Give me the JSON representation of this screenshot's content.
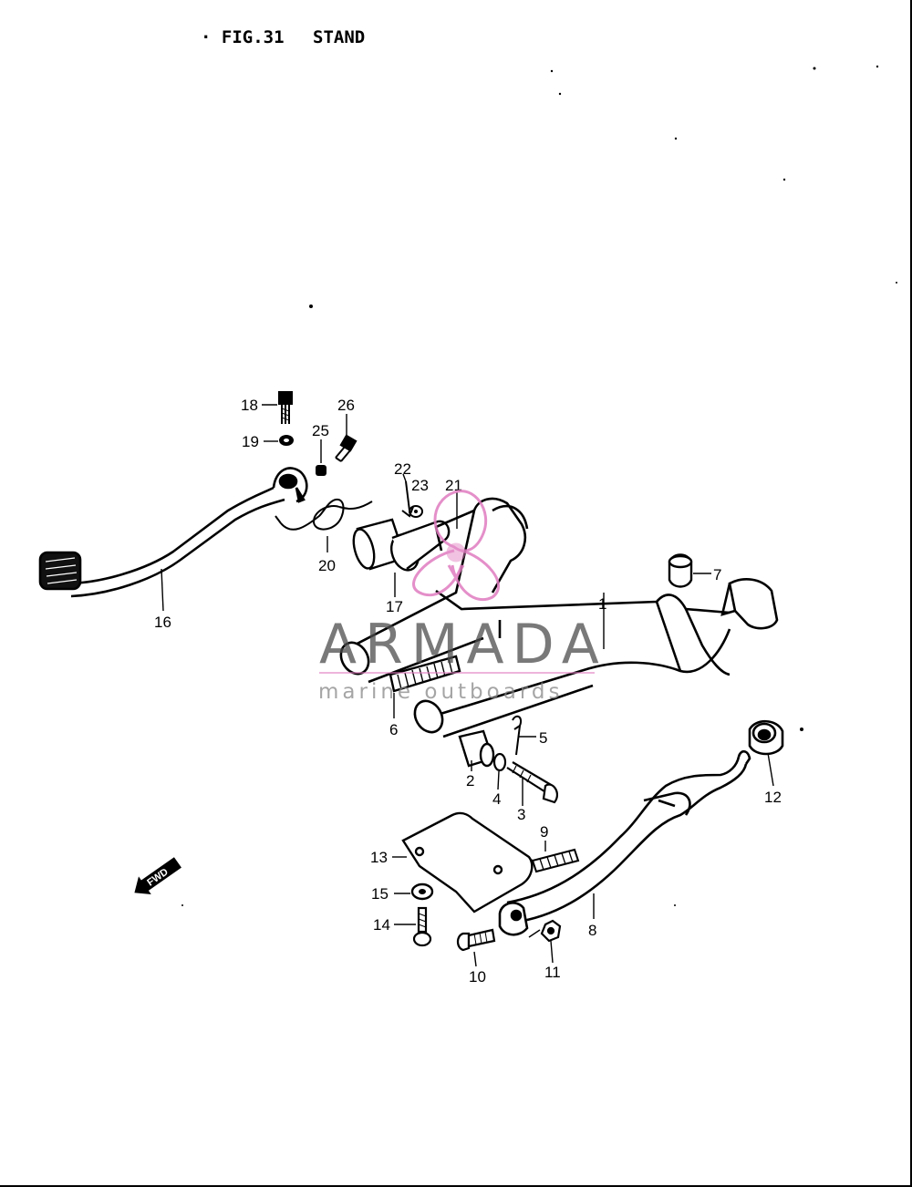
{
  "figure": {
    "bullet": "·",
    "number": "FIG.31",
    "title": "STAND"
  },
  "watermark": {
    "brand": "ARMADA",
    "tagline": "marine outboards",
    "logo_color": "#e07cc0"
  },
  "direction_arrow": "FWD",
  "callouts": {
    "c1": "1",
    "c2": "2",
    "c3": "3",
    "c4": "4",
    "c5": "5",
    "c6": "6",
    "c7": "7",
    "c8": "8",
    "c9": "9",
    "c10": "10",
    "c11": "11",
    "c12": "12",
    "c13": "13",
    "c14": "14",
    "c15": "15",
    "c16": "16",
    "c17": "17",
    "c18": "18",
    "c19": "19",
    "c20": "20",
    "c21": "21",
    "c22": "22",
    "c23": "23",
    "c25": "25",
    "c26": "26"
  },
  "colors": {
    "ink": "#000000",
    "background": "#ffffff"
  }
}
